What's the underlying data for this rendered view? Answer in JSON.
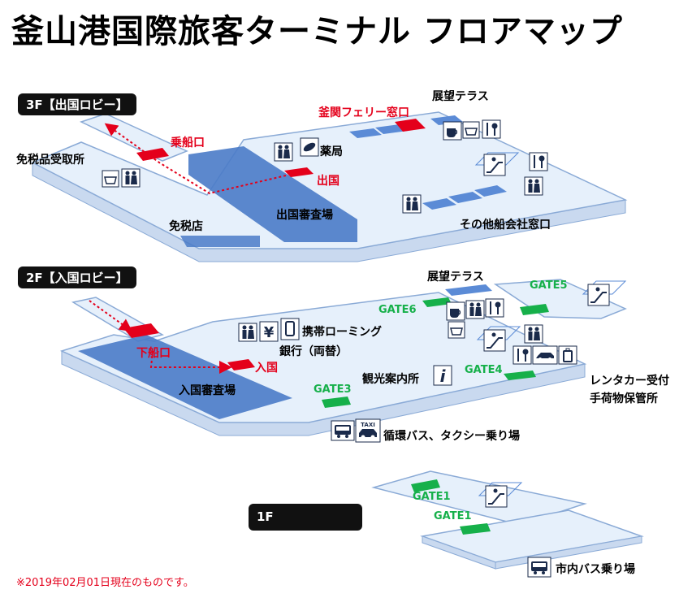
{
  "title": "釜山港国際旅客ターミナル フロアマップ",
  "floors": {
    "f3": {
      "tag": "3F【出国ロビー】",
      "labels": {
        "boarding": "乗船口",
        "duty_free_pickup": "免税品受取所",
        "departure": "出国",
        "departure_exam": "出国審査場",
        "duty_free_shop": "免税店",
        "pharmacy": "薬局",
        "kanpu_ferry": "釜関フェリー窓口",
        "observation": "展望テラス",
        "other_counters": "その他船会社窓口"
      }
    },
    "f2": {
      "tag": "2F【入国ロビー】",
      "labels": {
        "disembark": "下船口",
        "arrival": "入国",
        "arrival_exam": "入国審査場",
        "mobile_roaming": "携帯ローミング",
        "bank": "銀行（両替）",
        "tourist_info": "観光案内所",
        "observation": "展望テラス",
        "rental_car": "レンタカー受付",
        "baggage": "手荷物保管所",
        "bus_taxi": "循環バス、タクシー乗り場",
        "gate3": "GATE3",
        "gate4": "GATE4",
        "gate5": "GATE5",
        "gate6": "GATE6",
        "yen": "¥",
        "info": "i",
        "taxi": "TAXI"
      }
    },
    "f1": {
      "tag": "1F",
      "labels": {
        "gate1a": "GATE1",
        "gate1b": "GATE1",
        "city_bus": "市内バス乗り場"
      }
    }
  },
  "footnote": "※2019年02月01日現在のものです。",
  "colors": {
    "floor_fill": "#e6f0fb",
    "floor_edge": "#8aaad6",
    "floor_side": "#c9d9ef",
    "area_fill": "#4a7bc8",
    "counter_fill": "#5b8bd6",
    "red": "#e4001b",
    "green": "#16b04a",
    "icon_fill": "#1a2a4a"
  },
  "icons": [
    "restroom-icon",
    "pharmacy-icon",
    "cafe-icon",
    "shop-icon",
    "restaurant-icon",
    "escalator-icon",
    "atm-yen-icon",
    "mobile-icon",
    "info-icon",
    "car-icon",
    "luggage-icon",
    "bus-icon",
    "taxi-icon"
  ]
}
